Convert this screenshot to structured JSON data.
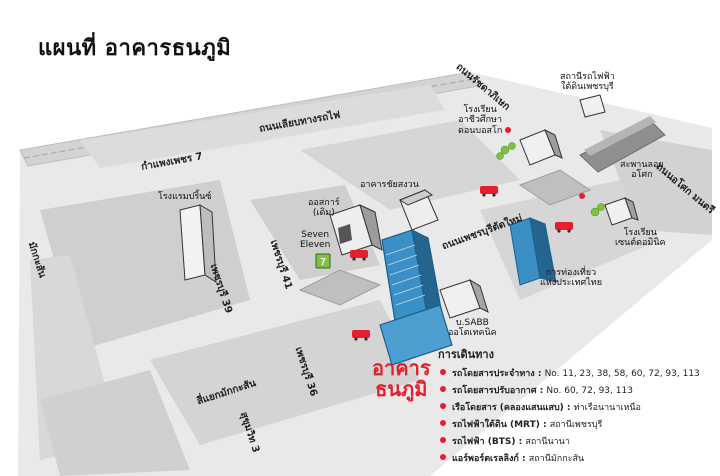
{
  "title": "แผนที่ อาคารธนภูมิ",
  "colors": {
    "accent": "#e4202e",
    "road": "#dcdcdc",
    "block": "#cfcfcf",
    "building": "#3a8fc4",
    "tree": "#7dc242"
  },
  "highlight": {
    "line1": "อาคาร",
    "line2": "ธนภูมิ"
  },
  "roads": {
    "phetchaburi_main": "ถนนเพชรบุรีตัดใหม่",
    "kampaeng_phet": "กำแพงเพชร 7",
    "rama9_side": "ถนนเลียบทางรถไฟ",
    "asok": "ถนนรัชดาภิเษก",
    "soi39": "เพชรบุรี 39",
    "soi41": "เพชรบุรี 41",
    "soi36": "เพชรบุรี 36",
    "makkasan": "มักกะสัน",
    "makkasan_junction": "สี่แยกมักกะสัน",
    "sukhumvit3": "สุขุมวิท 3",
    "asok_montri": "ถนนอโศก มนตรี"
  },
  "places": {
    "hotel_prince": "โรงแรมปริ้นซ์",
    "office_chaiyaphon": "อาคารชัยสงวน",
    "awsar": [
      "ออสการ์",
      "(เดิม)"
    ],
    "seven": [
      "Seven",
      "Eleven"
    ],
    "sabb": [
      "บ.SABB",
      "ออโตเทคนิค"
    ],
    "tat": [
      "การท่องเที่ยว",
      "แห่งประเทศไทย"
    ],
    "school_asoke": [
      "โรงเรียน",
      "อาชีวศึกษา",
      "ดอนบอสโก"
    ],
    "mrt_phetchaburi": [
      "สถานีรถไฟฟ้า",
      "ใต้ดินเพชรบุรี"
    ],
    "sukhumvit_interchange": [
      "สะพานลอย",
      "อโศก"
    ],
    "school_saint": [
      "โรงเรียน",
      "เซนต์ดอมินิค"
    ]
  },
  "legend": {
    "title": "การเดินทาง",
    "items": [
      {
        "key": "รถโดยสารประจำทาง",
        "value": "No. 11, 23, 38, 58, 60, 72, 93, 113"
      },
      {
        "key": "รถโดยสารปรับอากาศ",
        "value": "No. 60, 72, 93, 113"
      },
      {
        "key": "เรือโดยสาร (คลองแสนแสบ)",
        "value": "ท่าเรือนานาเหนือ"
      },
      {
        "key": "รถไฟฟ้าใต้ดิน (MRT)",
        "value": "สถานีเพชรบุรี"
      },
      {
        "key": "รถไฟฟ้า (BTS)",
        "value": "สถานีนานา"
      },
      {
        "key": "แอร์พอร์ตเรลลิงก์",
        "value": "สถานีมักกะสัน"
      }
    ]
  }
}
